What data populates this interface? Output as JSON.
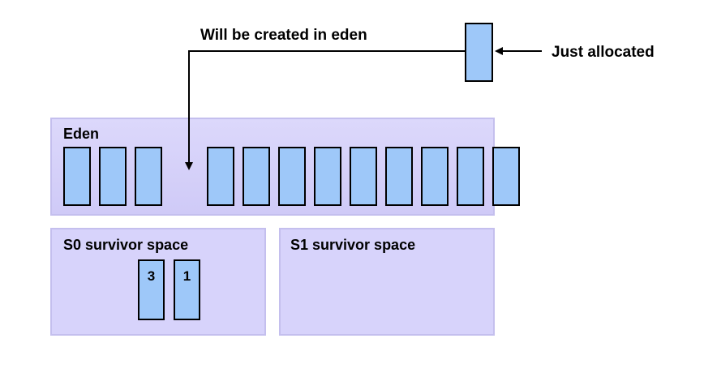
{
  "labels": {
    "top_annotation": "Will be created in eden",
    "right_annotation": "Just allocated",
    "eden": "Eden",
    "s0": "S0 survivor space",
    "s1": "S1 survivor space"
  },
  "eden": {
    "left_group_count": 3,
    "right_group_count": 9
  },
  "s0_objects": [
    {
      "label": "3"
    },
    {
      "label": "1"
    }
  ],
  "colors": {
    "region_fill": "#d7d3fb",
    "region_border": "#c4bfee",
    "object_fill": "#9ec8f9",
    "object_stroke": "#000000",
    "arrow": "#000000"
  }
}
